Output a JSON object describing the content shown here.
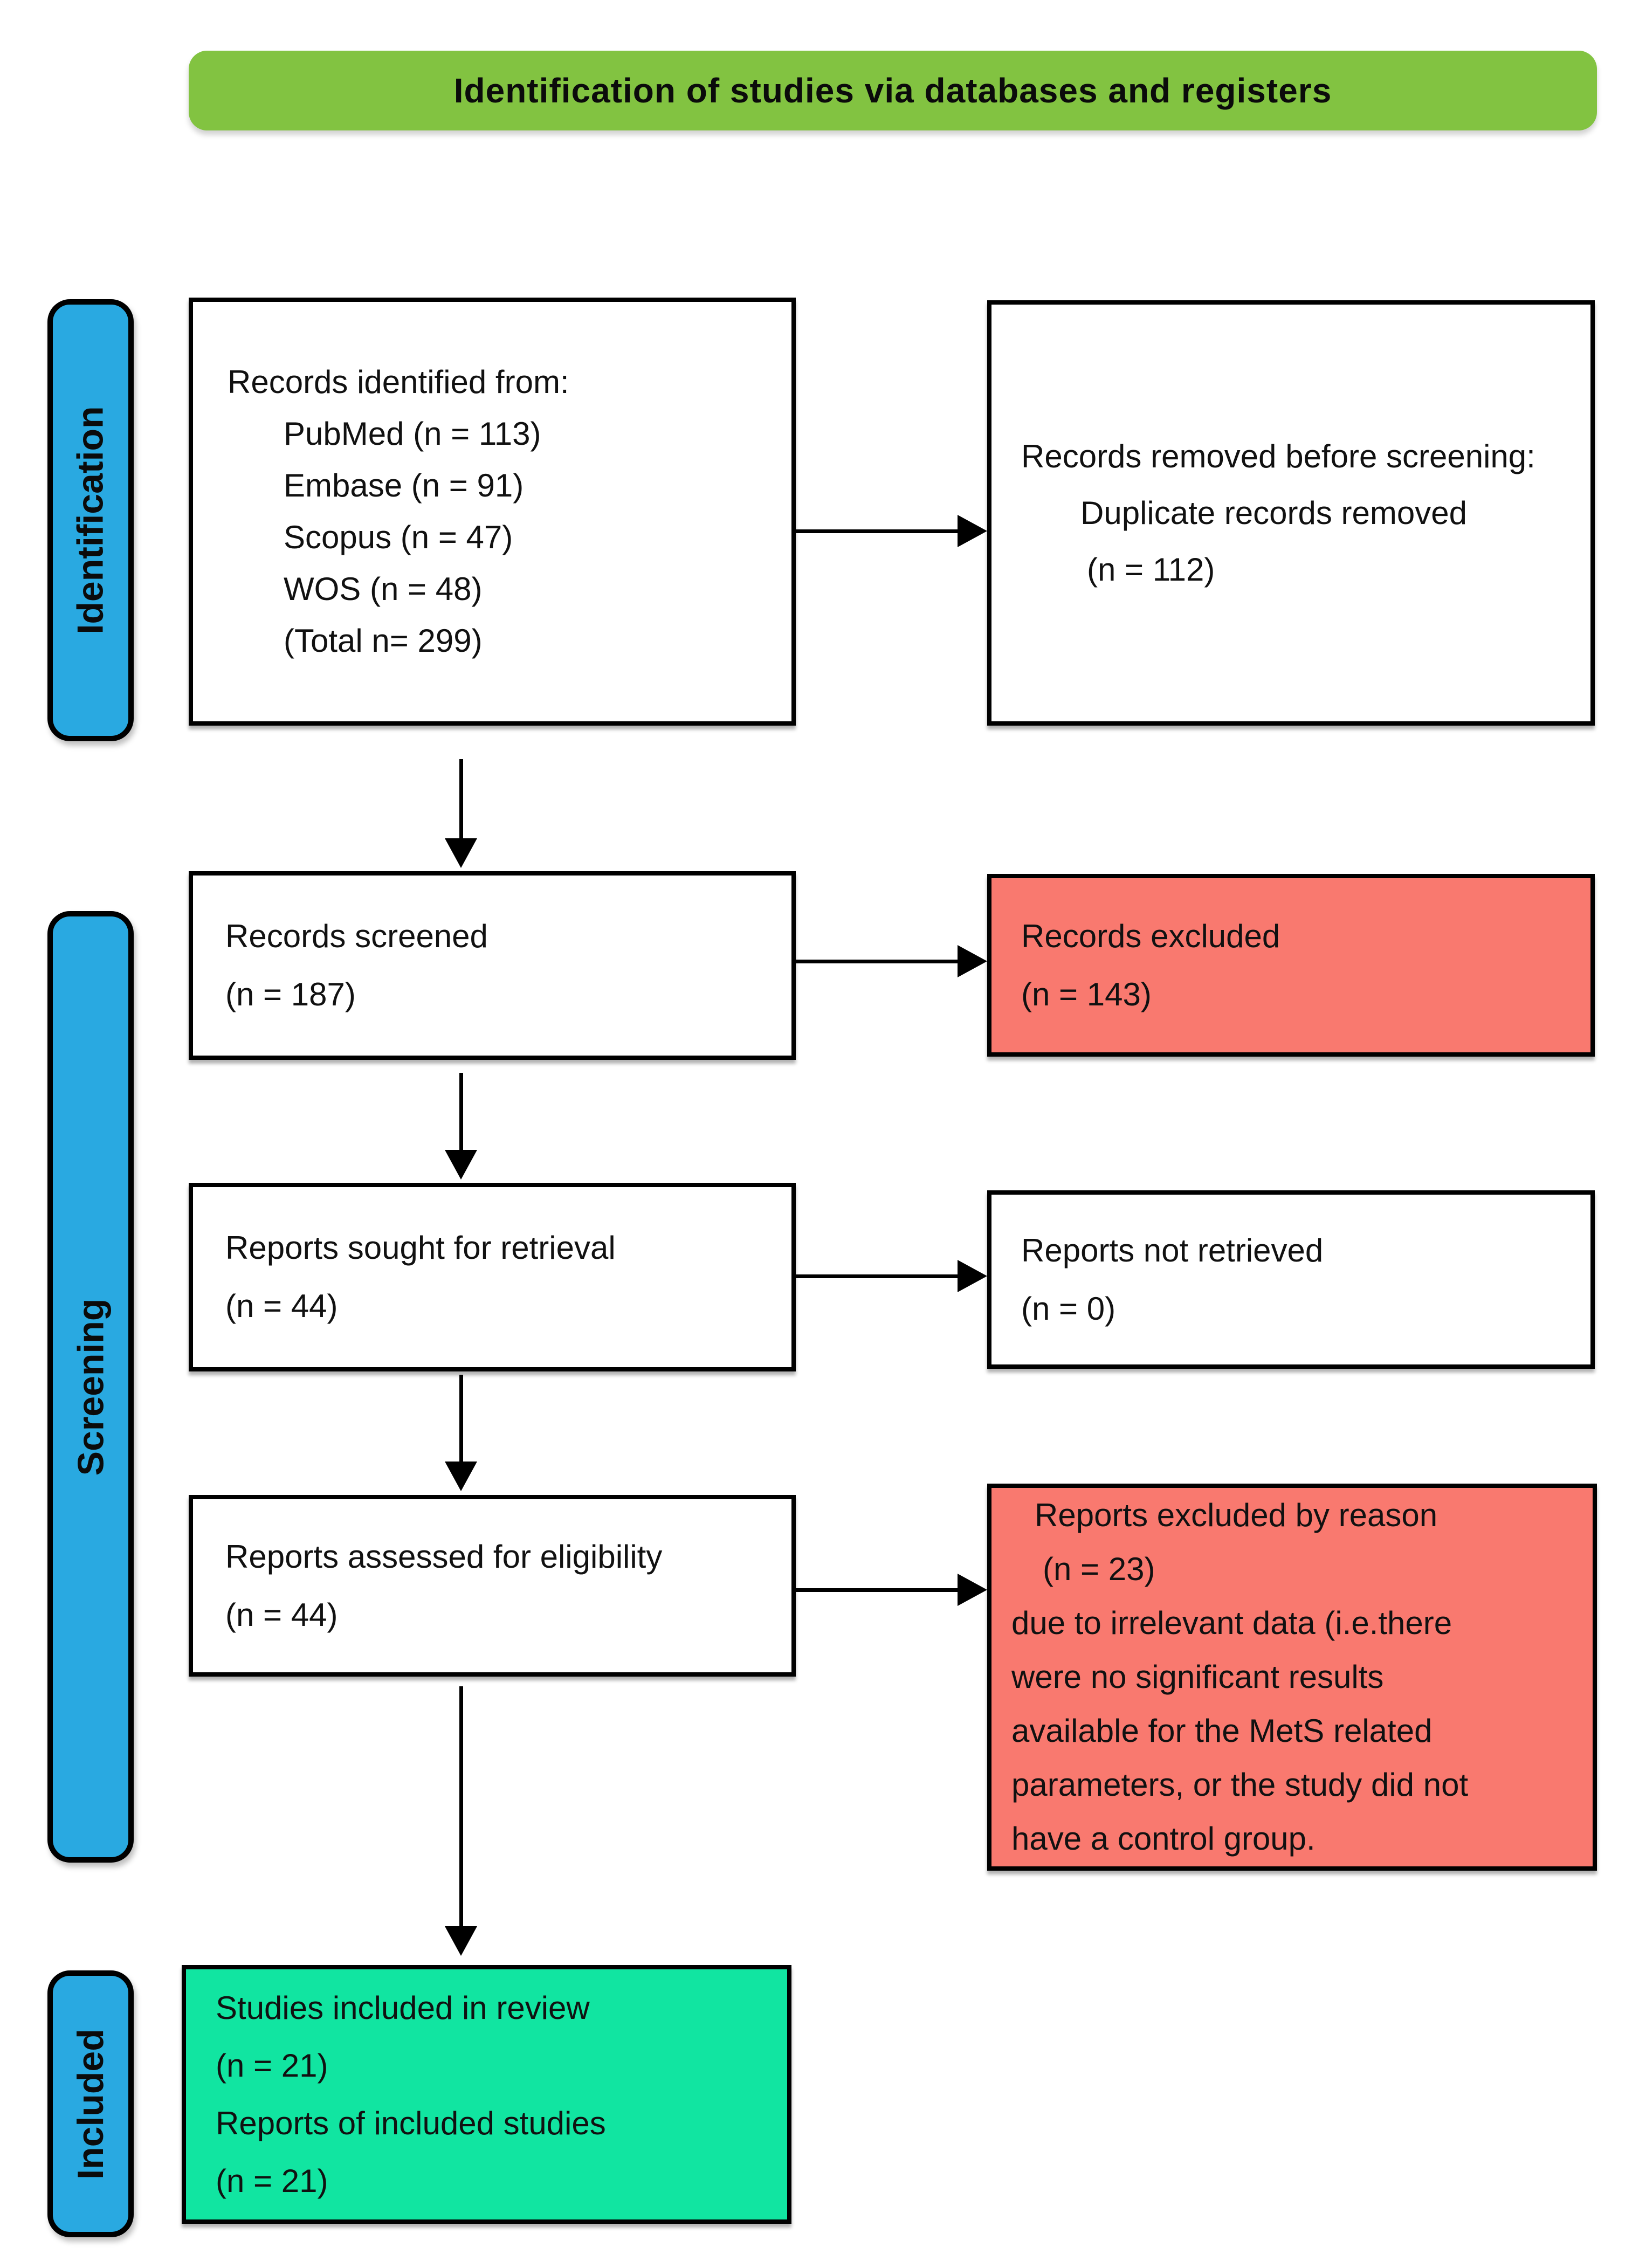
{
  "header": {
    "title": "Identification of studies via databases and registers"
  },
  "stages": {
    "identification": "Identification",
    "screening": "Screening",
    "included": "Included"
  },
  "boxes": {
    "records_identified": {
      "lines": [
        "Records identified from:",
        "PubMed (n = 113)",
        "Embase (n = 91)",
        "Scopus (n = 47)",
        "WOS (n = 48)",
        "(Total n= 299)"
      ]
    },
    "records_removed": {
      "lines": [
        "Records removed before screening:",
        "Duplicate records removed",
        "(n = 112)"
      ]
    },
    "records_screened": {
      "lines": [
        "Records screened",
        "(n = 187)"
      ]
    },
    "records_excluded": {
      "lines": [
        "Records excluded",
        "(n = 143)"
      ]
    },
    "reports_sought": {
      "lines": [
        "Reports sought for retrieval",
        "(n = 44)"
      ]
    },
    "reports_not_retrieved": {
      "lines": [
        "Reports not retrieved",
        "(n = 0)"
      ]
    },
    "reports_assessed": {
      "lines": [
        "Reports assessed for eligibility",
        "(n = 44)"
      ]
    },
    "reports_excluded_reason": {
      "lines": [
        "Reports excluded by reason",
        "(n = 23)",
        "due to irrelevant data (i.e.there",
        "were no significant results",
        "available for the MetS related",
        "parameters, or the study did not",
        "have a control group."
      ]
    },
    "studies_included": {
      "lines": [
        "Studies included in review",
        "(n = 21)",
        "Reports of included studies",
        "(n = 21)"
      ]
    }
  },
  "colors": {
    "header_green": "#82C341",
    "stage_blue": "#29A9E1",
    "excluded_red": "#F9796F",
    "included_green": "#11E5A1",
    "ink": "#111111",
    "line_black": "#000000"
  }
}
